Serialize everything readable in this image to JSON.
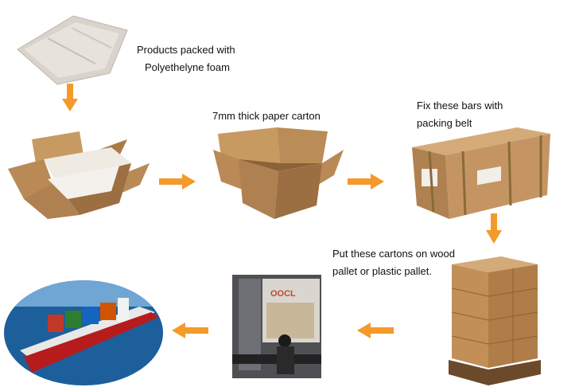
{
  "steps": [
    {
      "id": "foam",
      "lines": [
        "Products packed with",
        "Polyethelyne foam"
      ]
    },
    {
      "id": "carton",
      "lines": [
        "7mm thick paper carton"
      ]
    },
    {
      "id": "bars",
      "lines": [
        "Fix these bars with",
        "packing belt"
      ]
    },
    {
      "id": "pallet",
      "lines": [
        "Put these cartons on wood",
        "pallet or plastic pallet."
      ]
    }
  ],
  "container_logo": "OOCL",
  "colors": {
    "arrow": "#f39a2b",
    "carton": "#b98a55",
    "carton_dark": "#8c6238",
    "sea": "#1d5f9a"
  }
}
